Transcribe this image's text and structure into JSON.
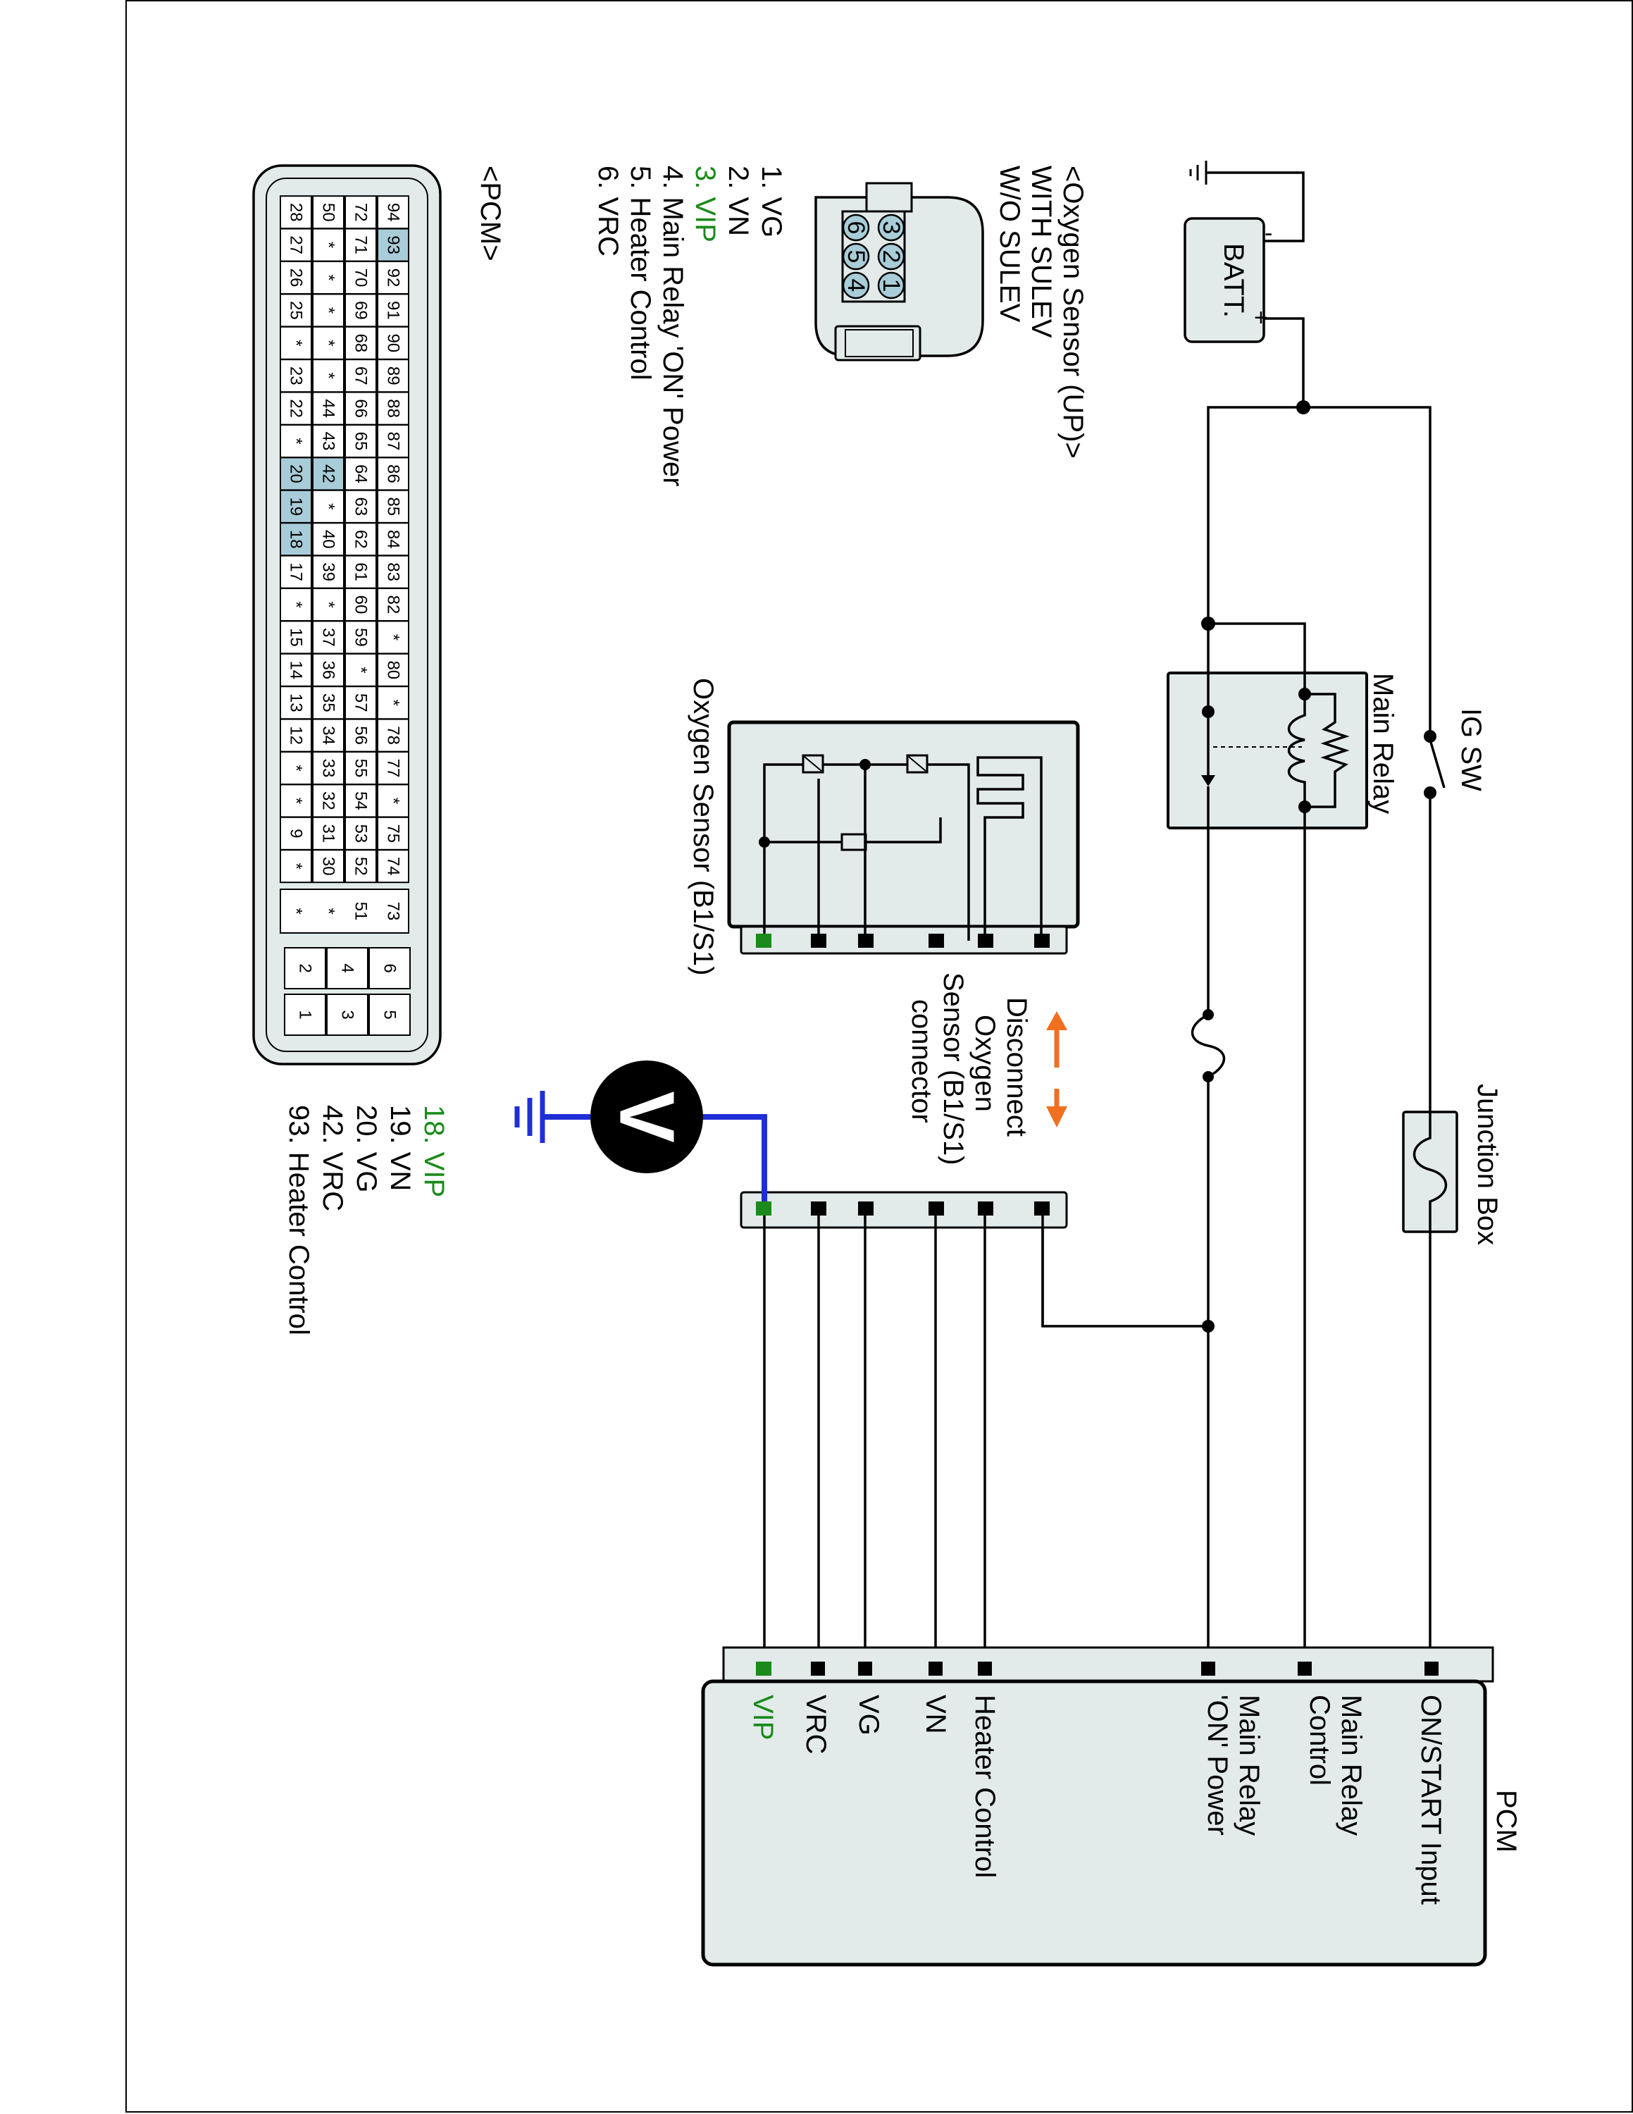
{
  "battery": {
    "label": "BATT.",
    "minus": "-",
    "plus": "+"
  },
  "ig_switch": {
    "label": "IG SW"
  },
  "main_relay": {
    "label": "Main Relay"
  },
  "junction_box": {
    "label": "Junction Box"
  },
  "sensor": {
    "label": "Oxygen Sensor (B1/S1)"
  },
  "disconnect_note": [
    "Disconnect",
    "Oxygen",
    "Sensor (B1/S1)",
    "connector"
  ],
  "voltmeter": {
    "symbol": "V"
  },
  "pcm": {
    "title": "PCM",
    "pins": [
      "ON/START Input",
      "Main Relay",
      "Control",
      "Main Relay",
      "'ON' Power",
      "Heater Control",
      "VN",
      "VG",
      "VRC",
      "VIP"
    ]
  },
  "o2_connector": {
    "header": [
      "<Oxygen Sensor (UP)>",
      "WITH SULEV",
      "W/O SULEV"
    ],
    "pins": [
      "1. VG",
      "2. VN",
      "3. VIP",
      "4. Main Relay  'ON' Power",
      "5. Heater Control",
      "6. VRC"
    ],
    "cavities": [
      "1",
      "2",
      "3",
      "4",
      "5",
      "6"
    ]
  },
  "pcm_connector": {
    "title": "<PCM>",
    "row1": [
      "94",
      "93",
      "92",
      "91",
      "90",
      "89",
      "88",
      "87",
      "86",
      "85",
      "84",
      "83",
      "82",
      "*",
      "80",
      "*",
      "78",
      "77",
      "*",
      "75",
      "74"
    ],
    "row2": [
      "72",
      "71",
      "70",
      "69",
      "68",
      "67",
      "66",
      "65",
      "64",
      "63",
      "62",
      "61",
      "60",
      "59",
      "*",
      "57",
      "56",
      "55",
      "54",
      "53",
      "52"
    ],
    "row3": [
      "50",
      "*",
      "*",
      "*",
      "*",
      "*",
      "44",
      "43",
      "42",
      "*",
      "40",
      "39",
      "*",
      "37",
      "36",
      "35",
      "34",
      "33",
      "32",
      "31",
      "30"
    ],
    "row4": [
      "28",
      "27",
      "26",
      "25",
      "*",
      "23",
      "22",
      "*",
      "20",
      "19",
      "18",
      "17",
      "*",
      "15",
      "14",
      "13",
      "12",
      "*",
      "*",
      "9",
      "*"
    ],
    "side": [
      "73",
      "51",
      "*",
      "*"
    ],
    "end": [
      "6",
      "5",
      "4",
      "3",
      "2",
      "1"
    ],
    "pins": [
      "18. VIP",
      "19. VN",
      "20. VG",
      "42. VRC",
      "93. Heater Control"
    ]
  },
  "colors": {
    "highlight": "#1a8a1a",
    "probe": "#1f2fd6",
    "arrow": "#f07020",
    "fill": "#e2eaea",
    "cell": "#a8cdd8"
  }
}
